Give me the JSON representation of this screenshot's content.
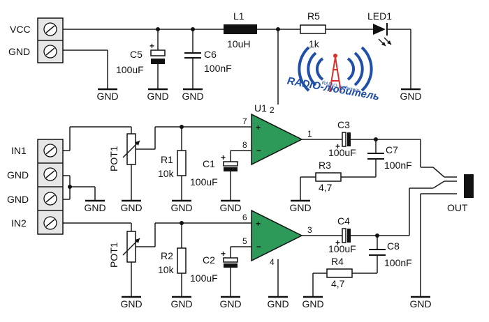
{
  "terminals": {
    "vcc": "VCC",
    "gnd_power": "GND",
    "in1": "IN1",
    "gnd_in_a": "GND",
    "gnd_in_b": "GND",
    "in2": "IN2",
    "out": "OUT"
  },
  "components": {
    "l1": {
      "ref": "L1",
      "value": "10uH"
    },
    "r5": {
      "ref": "R5",
      "value": "1k"
    },
    "led1": {
      "ref": "LED1"
    },
    "c5": {
      "ref": "C5",
      "value": "100uF"
    },
    "c6": {
      "ref": "C6",
      "value": "100nF"
    },
    "u1": {
      "ref": "U1"
    },
    "pot1_top": {
      "ref": "POT1"
    },
    "pot1_bottom": {
      "ref": "POT1"
    },
    "r1": {
      "ref": "R1",
      "value": "10k"
    },
    "r2": {
      "ref": "R2",
      "value": "10k"
    },
    "c1": {
      "ref": "C1",
      "value": "100uF"
    },
    "c2": {
      "ref": "C2",
      "value": "100uF"
    },
    "c3": {
      "ref": "C3",
      "value": "100uF"
    },
    "c4": {
      "ref": "C4",
      "value": "100uF"
    },
    "c7": {
      "ref": "C7",
      "value": "100nF"
    },
    "c8": {
      "ref": "C8",
      "value": "100nF"
    },
    "r3": {
      "ref": "R3",
      "value": "4,7"
    },
    "r4": {
      "ref": "R4",
      "value": "4,7"
    }
  },
  "pins": {
    "p1": "1",
    "p2": "2",
    "p3": "3",
    "p4": "4",
    "p5": "5",
    "p6": "6",
    "p7": "7",
    "p8": "8"
  },
  "ground_label": "GND",
  "logo": {
    "text": "RADIO-любитель",
    "small": "RADIO-любитель"
  },
  "colors": {
    "terminal_fill": "#e6e6e6",
    "opamp_fill": "#2e9a5a",
    "logo_blue": "#1f4fa8",
    "logo_red": "#d9302b"
  }
}
